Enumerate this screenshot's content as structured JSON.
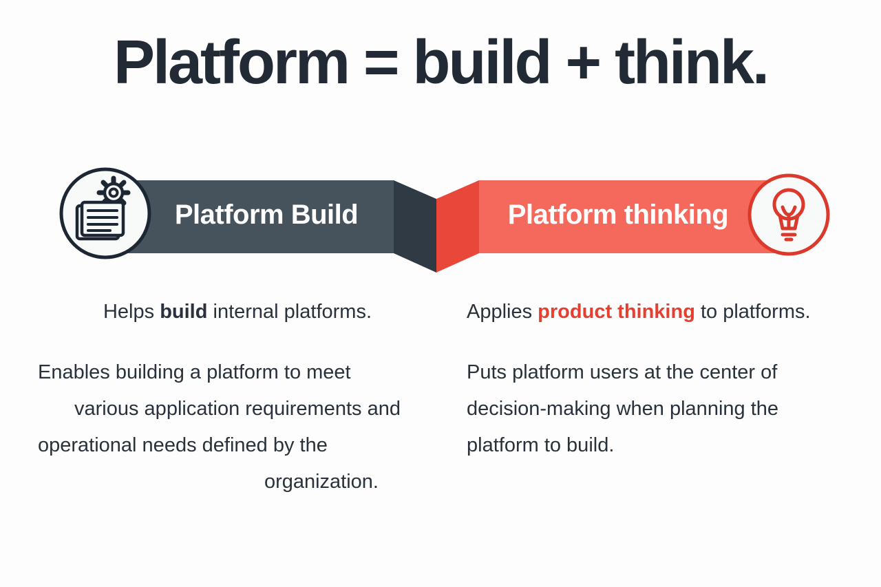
{
  "title": "Platform = build + think.",
  "colors": {
    "background": "#fdfdfd",
    "ink": "#222b35",
    "banner_dark": "#46525c",
    "banner_dark_fold": "#2f3a44",
    "banner_red": "#f5695c",
    "banner_red_fold": "#e8473a",
    "accent_red_text": "#e63e2f",
    "circle_border_dark": "#1d2733",
    "circle_border_red": "#db392b"
  },
  "left": {
    "banner_label": "Platform Build",
    "icon": "document-gear-icon",
    "lead": {
      "pre": "Helps ",
      "emph": "build",
      "post": " internal platforms."
    },
    "paragraph_lines": [
      "Enables building a platform to meet",
      "various application requirements and",
      "operational needs defined by the",
      "organization."
    ]
  },
  "right": {
    "banner_label": "Platform thinking",
    "icon": "lightbulb-icon",
    "lead": {
      "pre": "Applies ",
      "emph": "product thinking",
      "post": " to platforms."
    },
    "paragraph_lines": [
      "Puts platform users at the center of",
      "decision-making when planning the",
      "platform to build."
    ]
  }
}
